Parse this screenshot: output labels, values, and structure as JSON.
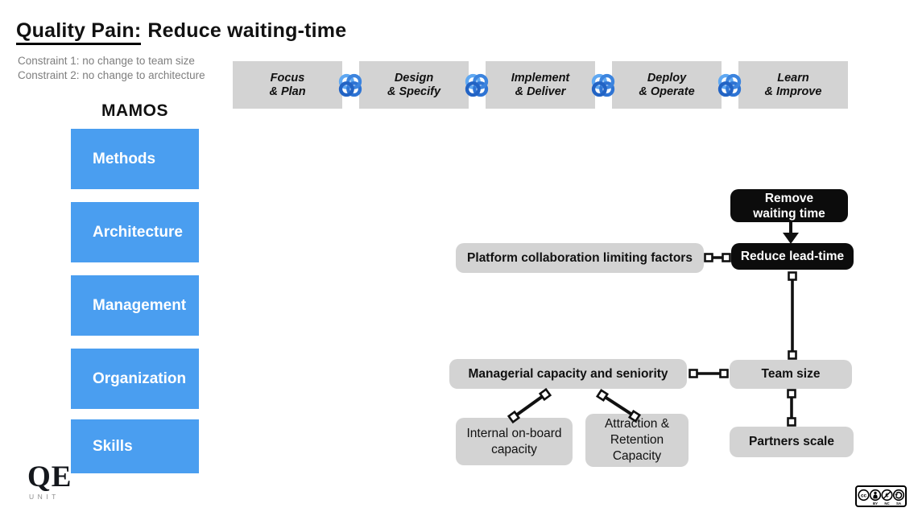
{
  "title": {
    "highlight": "Quality Pain:",
    "rest": "Reduce waiting-time"
  },
  "constraints": [
    "Constraint 1: no change to team size",
    "Constraint 2: no change to architecture"
  ],
  "mamos": {
    "heading": "MAMOS",
    "items": [
      "Methods",
      "Architecture",
      "Management",
      "Organization",
      "Skills"
    ]
  },
  "flow": {
    "steps": [
      {
        "line1": "Focus",
        "line2": "& Plan"
      },
      {
        "line1": "Design",
        "line2": "& Specify"
      },
      {
        "line1": "Implement",
        "line2": "& Deliver"
      },
      {
        "line1": "Deploy",
        "line2": "& Operate"
      },
      {
        "line1": "Learn",
        "line2": "& Improve"
      }
    ]
  },
  "diagram": {
    "remove_waiting": {
      "line1": "Remove",
      "line2": "waiting time"
    },
    "reduce_lead_time": "Reduce lead-time",
    "platform_factors": "Platform collaboration limiting factors",
    "managerial_capacity": "Managerial capacity and seniority",
    "team_size": "Team size",
    "internal_onboard": "Internal on-board capacity",
    "attraction_retention": "Attraction & Retention Capacity",
    "partners_scale": "Partners scale"
  },
  "logo": {
    "name": "QE",
    "sub": "UNIT"
  },
  "license": {
    "name": "CC BY-NC-SA",
    "cc_label": "CC",
    "labels": [
      "BY",
      "NC",
      "SA"
    ]
  },
  "colors": {
    "sidebar_blue": "#4A9EF0",
    "box_gray": "#D3D3D3",
    "node_black": "#0C0C0C",
    "link_blue_light": "#5FA8F2",
    "link_blue_mid": "#3C84DE",
    "link_blue_dark": "#2263C4",
    "muted_text": "#7E7E7E"
  }
}
